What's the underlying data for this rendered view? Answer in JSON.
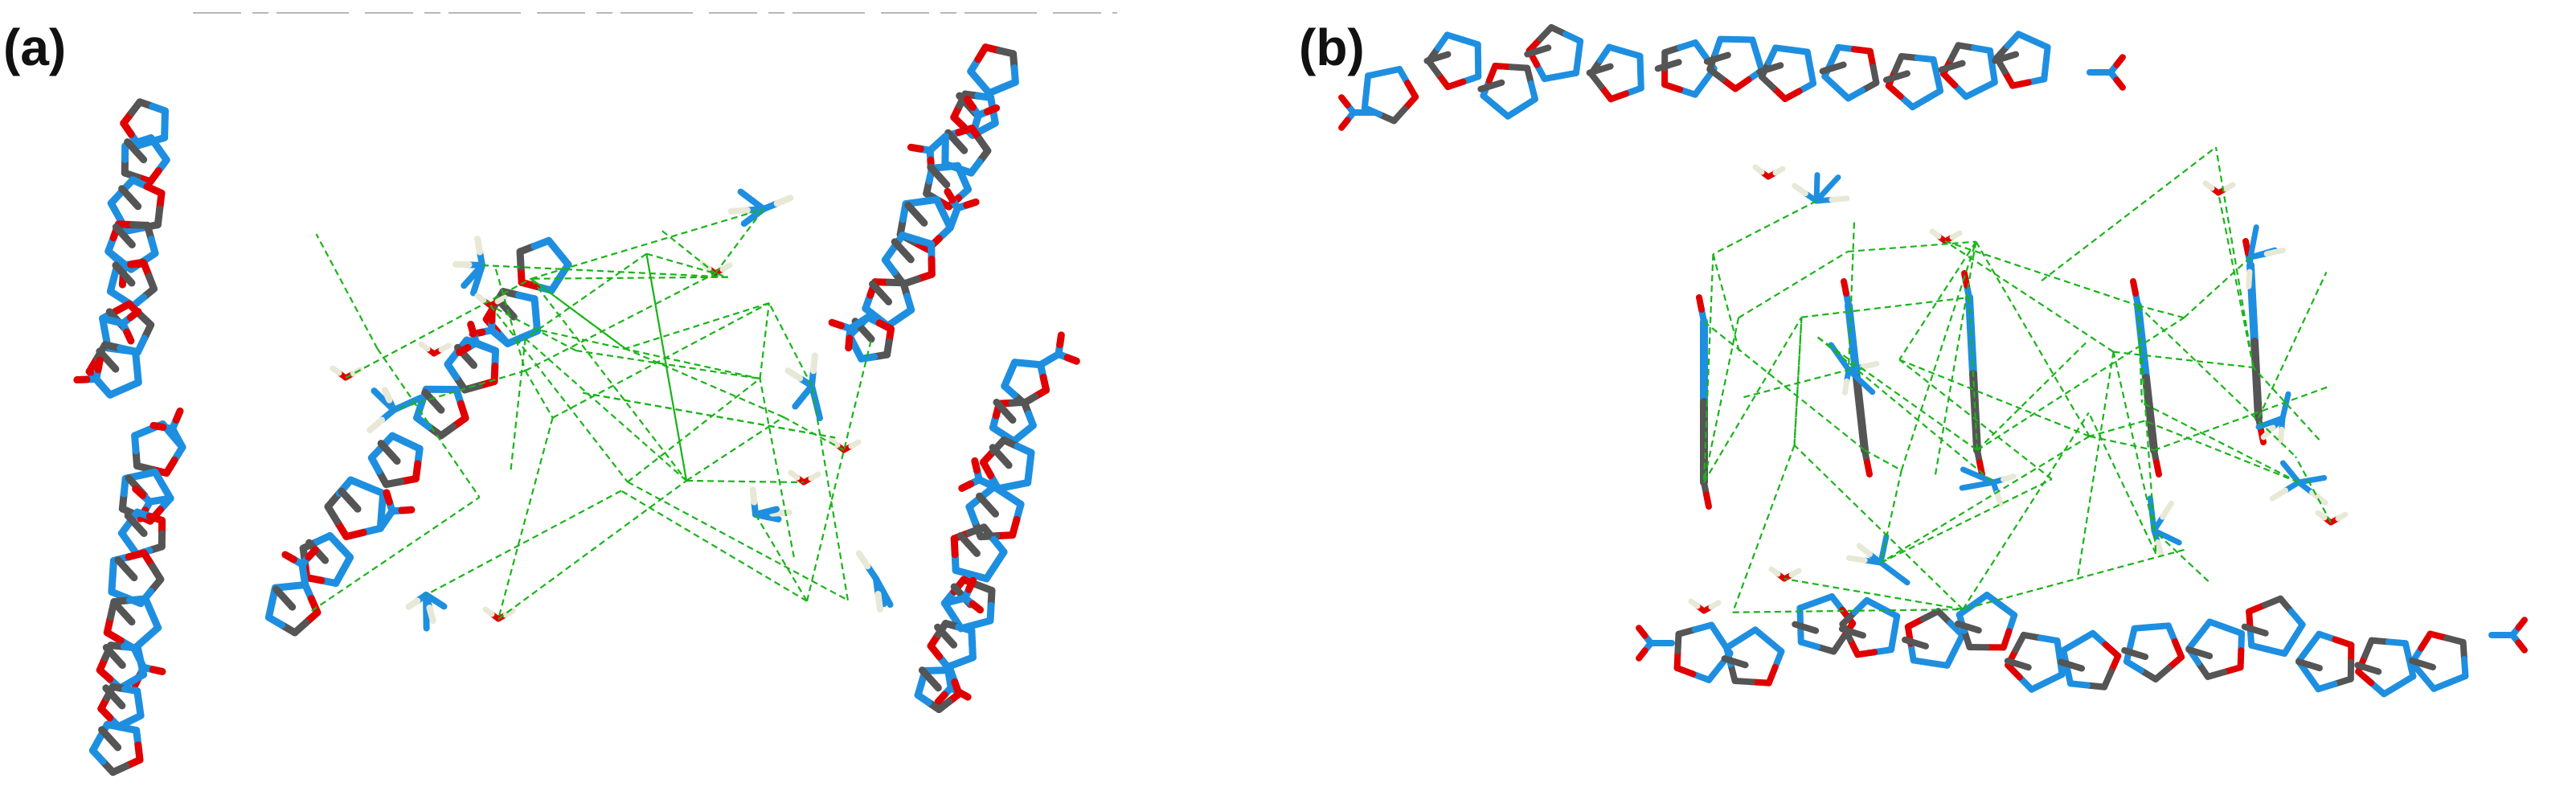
{
  "figure": {
    "panels": [
      {
        "id": "a",
        "label": "(a)"
      },
      {
        "id": "b",
        "label": "(b)"
      }
    ],
    "colors": {
      "carbon": "#555555",
      "nitrogen": "#1e8fe0",
      "oxygen": "#e00000",
      "hydrogen": "#e8e8d6",
      "hbond": "#19b419",
      "background": "#ffffff"
    }
  }
}
